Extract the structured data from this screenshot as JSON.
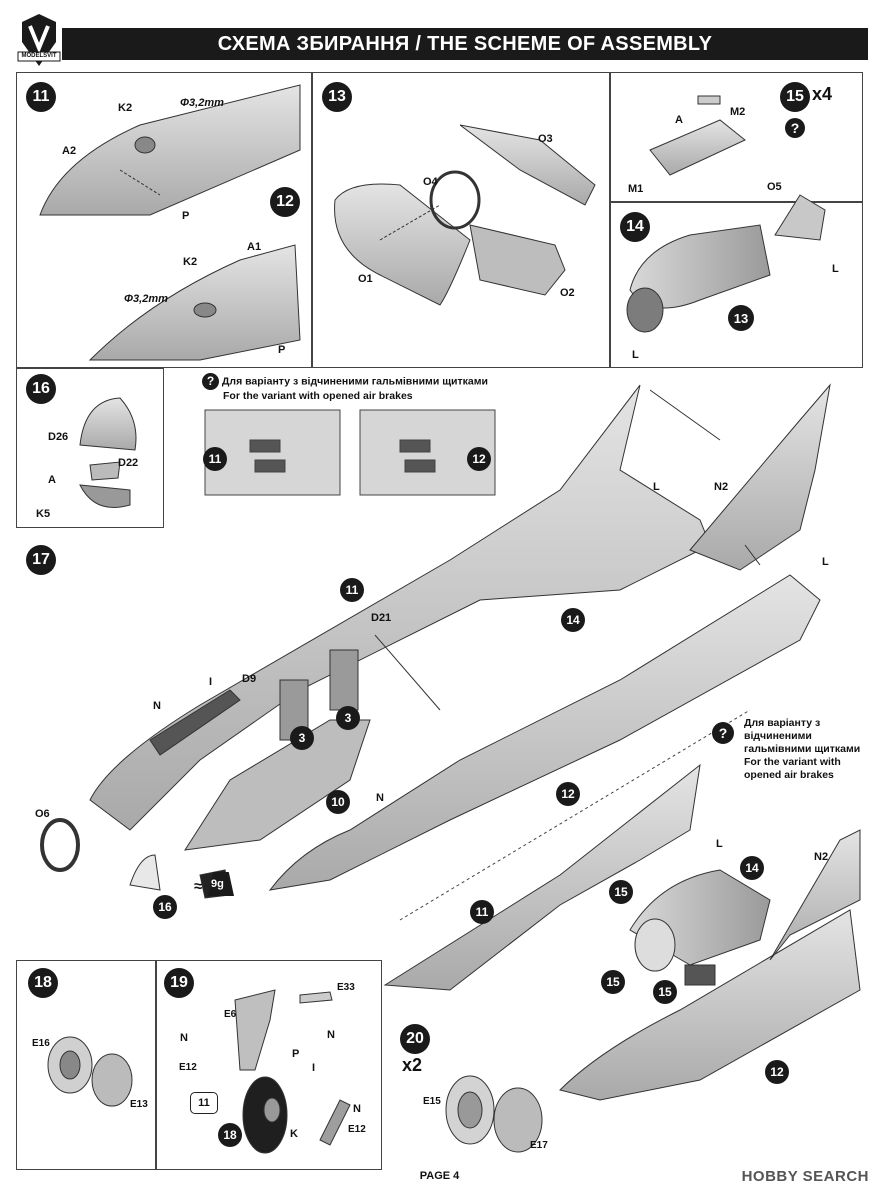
{
  "header": {
    "title": "СХЕМА ЗБИРАННЯ / THE SCHEME OF ASSEMBLY",
    "brand": "MODELSVIT"
  },
  "steps": {
    "s11": "11",
    "s12": "12",
    "s13": "13",
    "s14": "14",
    "s15": "15",
    "s15mult": "x4",
    "s16": "16",
    "s17": "17",
    "s18": "18",
    "s19": "19",
    "s20": "20",
    "s20mult": "x2"
  },
  "parts": {
    "k2": "K2",
    "a2": "A2",
    "a1": "A1",
    "p": "P",
    "dia": "Φ3,2mm",
    "o1": "O1",
    "o2": "O2",
    "o3": "O3",
    "o4": "O4",
    "m1": "M1",
    "m2": "M2",
    "a": "A",
    "o5": "O5",
    "l": "L",
    "d26": "D26",
    "d22": "D22",
    "k5": "K5",
    "n2": "N2",
    "d21": "D21",
    "d9": "D9",
    "i": "I",
    "n": "N",
    "o6": "O6",
    "weight": "9g",
    "approx": "≈",
    "e16": "E16",
    "e13": "E13",
    "e33": "E33",
    "e6": "E6",
    "e12": "E12",
    "k": "K",
    "e15": "E15",
    "e17": "E17",
    "sub3": "3",
    "sub10": "10",
    "sub11": "11",
    "sub12": "12",
    "sub14": "14",
    "sub15": "15",
    "sub16": "16",
    "sub18": "18"
  },
  "notes": {
    "airbrake_ua": "Для варіанту з відчиненими гальмівними щитками",
    "airbrake_en": "For the variant with opened air brakes",
    "side_ua_1": "Для варіанту з",
    "side_ua_2": "відчиненими",
    "side_ua_3": "гальмівними щитками",
    "side_en_1": "For the variant with",
    "side_en_2": "opened air brakes",
    "q": "?"
  },
  "footer": {
    "page": "PAGE 4",
    "watermark": "HOBBY SEARCH"
  }
}
